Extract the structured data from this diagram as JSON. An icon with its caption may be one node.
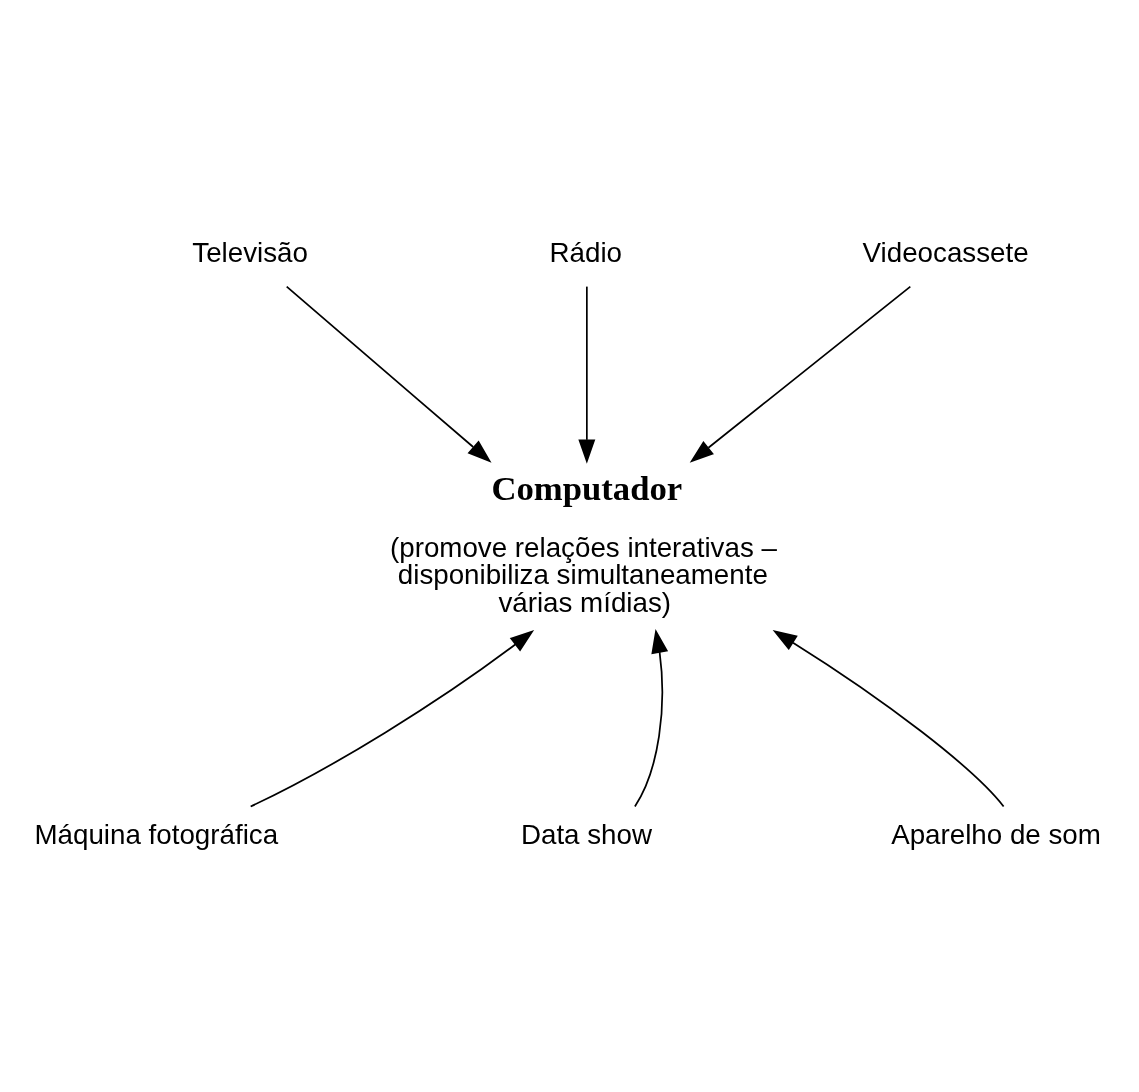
{
  "diagram": {
    "nodes": [
      {
        "text": [
          "Televisão"
        ]
      },
      {
        "text": [
          "Rádio"
        ]
      },
      {
        "text": [
          "Videocassete"
        ]
      },
      {
        "text": [
          "Computador",
          "(promove relações interativas – disponibiliza simultaneamente várias mídias)"
        ]
      },
      {
        "text": [
          "Máquina fotográfica"
        ]
      },
      {
        "text": [
          "Data show"
        ]
      },
      {
        "text": [
          "Aparelho de som"
        ]
      }
    ],
    "edges": [
      {
        "from": 0,
        "to": 3,
        "arrow": "to"
      },
      {
        "from": 1,
        "to": 3,
        "arrow": "to"
      },
      {
        "from": 2,
        "to": 3,
        "arrow": "to"
      },
      {
        "from": 4,
        "to": 3,
        "arrow": "to"
      },
      {
        "from": 5,
        "to": 3,
        "arrow": "to"
      },
      {
        "from": 6,
        "to": 3,
        "arrow": "to"
      }
    ]
  }
}
